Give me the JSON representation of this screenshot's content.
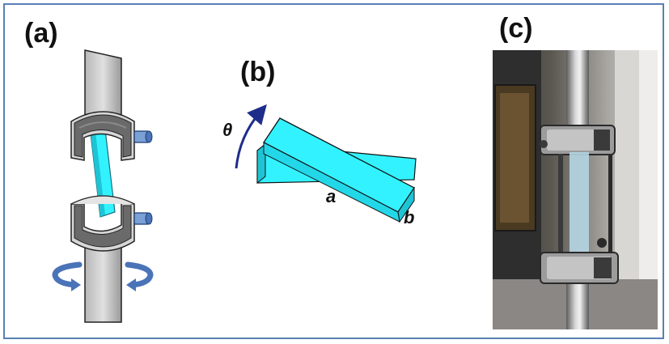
{
  "panels": {
    "a": {
      "label": "(a)"
    },
    "b": {
      "label": "(b)",
      "theta_label": "θ",
      "a_label": "a",
      "b_label": "b"
    },
    "c": {
      "label": "(c)"
    }
  },
  "colors": {
    "frame_border": "#5a7fb5",
    "specimen_cyan": "#33f2ff",
    "rod_gray": "#d0d0d0",
    "clamp_dark": "#6a6a6a",
    "rotation_arrow": "#4a73b8",
    "theta_arrow": "#1f2d8a"
  },
  "icons": {
    "rotation_arrows": "curved-rotation-arrow-icon",
    "theta_arrow": "curved-arrow-icon",
    "bolt": "bolt-icon"
  }
}
